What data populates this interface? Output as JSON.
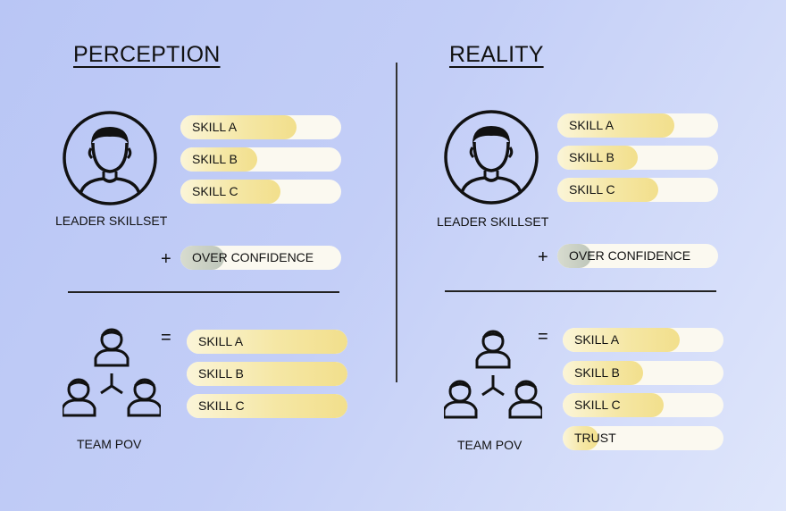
{
  "panels": {
    "perception": {
      "title": "PERCEPTION",
      "leader_caption": "LEADER SKILLSET",
      "leader_skills": [
        {
          "label": "SKILL A",
          "level": 0.72
        },
        {
          "label": "SKILL B",
          "level": 0.48
        },
        {
          "label": "SKILL C",
          "level": 0.62
        }
      ],
      "plus": "+",
      "extra": {
        "label": "OVER CONFIDENCE",
        "level": 0.27
      },
      "equals": "=",
      "team_caption": "TEAM POV",
      "team_skills": [
        {
          "label": "SKILL A",
          "level": 1.0
        },
        {
          "label": "SKILL B",
          "level": 1.0
        },
        {
          "label": "SKILL C",
          "level": 1.0
        }
      ]
    },
    "reality": {
      "title": "REALITY",
      "leader_caption": "LEADER SKILLSET",
      "leader_skills": [
        {
          "label": "SKILL A",
          "level": 0.73
        },
        {
          "label": "SKILL B",
          "level": 0.5
        },
        {
          "label": "SKILL C",
          "level": 0.63
        }
      ],
      "plus": "+",
      "extra": {
        "label": "OVER CONFIDENCE",
        "level": 0.21
      },
      "equals": "=",
      "team_caption": "TEAM POV",
      "team_skills": [
        {
          "label": "SKILL A",
          "level": 0.73
        },
        {
          "label": "SKILL B",
          "level": 0.5
        },
        {
          "label": "SKILL C",
          "level": 0.63
        },
        {
          "label": "TRUST",
          "level": 0.22
        }
      ]
    }
  },
  "colors": {
    "background": "#c3cef7",
    "skill_fill": "#f2df8c",
    "confidence_fill": "#bec6ba",
    "pill_track": "#fbf9f0",
    "ink": "#111111"
  },
  "icons": {
    "leader": "person-circle-icon",
    "team": "team-network-icon"
  }
}
